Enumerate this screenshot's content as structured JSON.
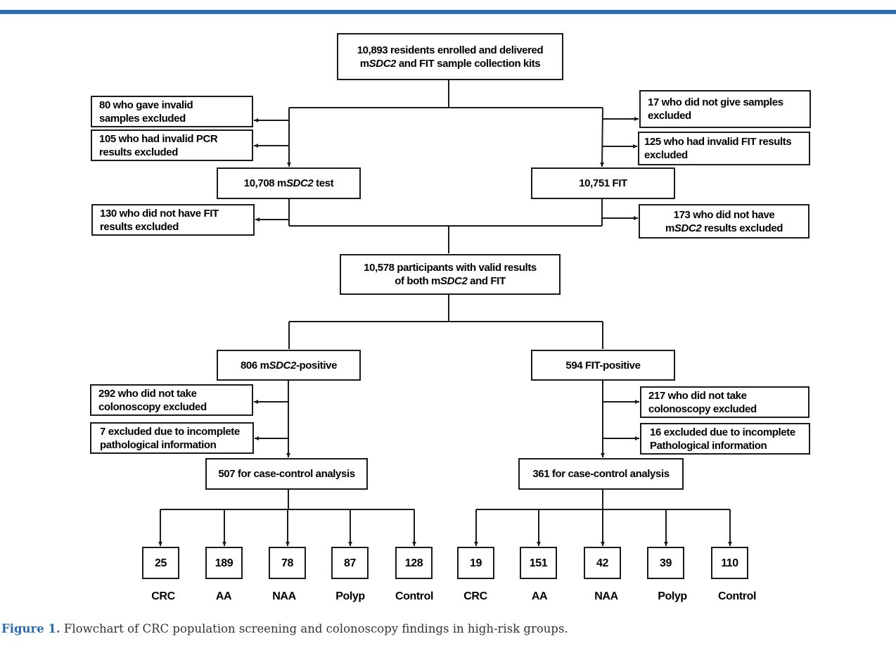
{
  "nodes": {
    "enrolled": {
      "pre": "10,893 residents enrolled and delivered\nm",
      "em": "SDC2",
      "post": " and FIT sample collection kits"
    },
    "ex_invalid_samples": {
      "text": "80 who gave invalid\nsamples excluded"
    },
    "ex_invalid_pcr": {
      "text": "105 who had invalid PCR\nresults excluded"
    },
    "ex_no_samples": {
      "text": "17 who did not give samples\nexcluded"
    },
    "ex_invalid_fit": {
      "text": "125 who had invalid FIT results\nexcluded"
    },
    "msdc2_test": {
      "pre": "10,708 m",
      "em": "SDC2",
      "post": " test"
    },
    "fit_test": {
      "text": "10,751 FIT"
    },
    "ex_no_fit": {
      "text": "130 who did not have FIT\nresults excluded"
    },
    "ex_no_msdc2": {
      "pre": "173 who did not have\nm",
      "em": "SDC2",
      "post": " results excluded"
    },
    "valid_both": {
      "pre": "10,578 participants with valid results\nof both m",
      "em": "SDC2",
      "post": " and FIT"
    },
    "msdc2_positive": {
      "pre": "806 m",
      "em": "SDC2",
      "post": "-positive"
    },
    "fit_positive": {
      "text": "594 FIT-positive"
    },
    "ex_no_colon_left": {
      "text": "292 who did not take\ncolonoscopy excluded"
    },
    "ex_incomplete_left": {
      "text": "7 excluded due to incomplete\npathological information"
    },
    "ex_no_colon_right": {
      "text": "217 who did not take\ncolonoscopy excluded"
    },
    "ex_incomplete_right": {
      "text": "16 excluded due to incomplete\nPathological information"
    },
    "case_left": {
      "text": "507 for case-control analysis"
    },
    "case_right": {
      "text": "361 for case-control analysis"
    }
  },
  "outcomes_left": [
    {
      "value": "25",
      "label": "CRC"
    },
    {
      "value": "189",
      "label": "AA"
    },
    {
      "value": "78",
      "label": "NAA"
    },
    {
      "value": "87",
      "label": "Polyp"
    },
    {
      "value": "128",
      "label": "Control"
    }
  ],
  "outcomes_right": [
    {
      "value": "19",
      "label": "CRC"
    },
    {
      "value": "151",
      "label": "AA"
    },
    {
      "value": "42",
      "label": "NAA"
    },
    {
      "value": "39",
      "label": "Polyp"
    },
    {
      "value": "110",
      "label": "Control"
    }
  ],
  "caption": {
    "label": "Figure 1.",
    "text": " Flowchart of CRC population screening and colonoscopy findings in high-risk groups."
  },
  "colors": {
    "accent": "#2b6cb0",
    "line": "#1a1a1a"
  }
}
